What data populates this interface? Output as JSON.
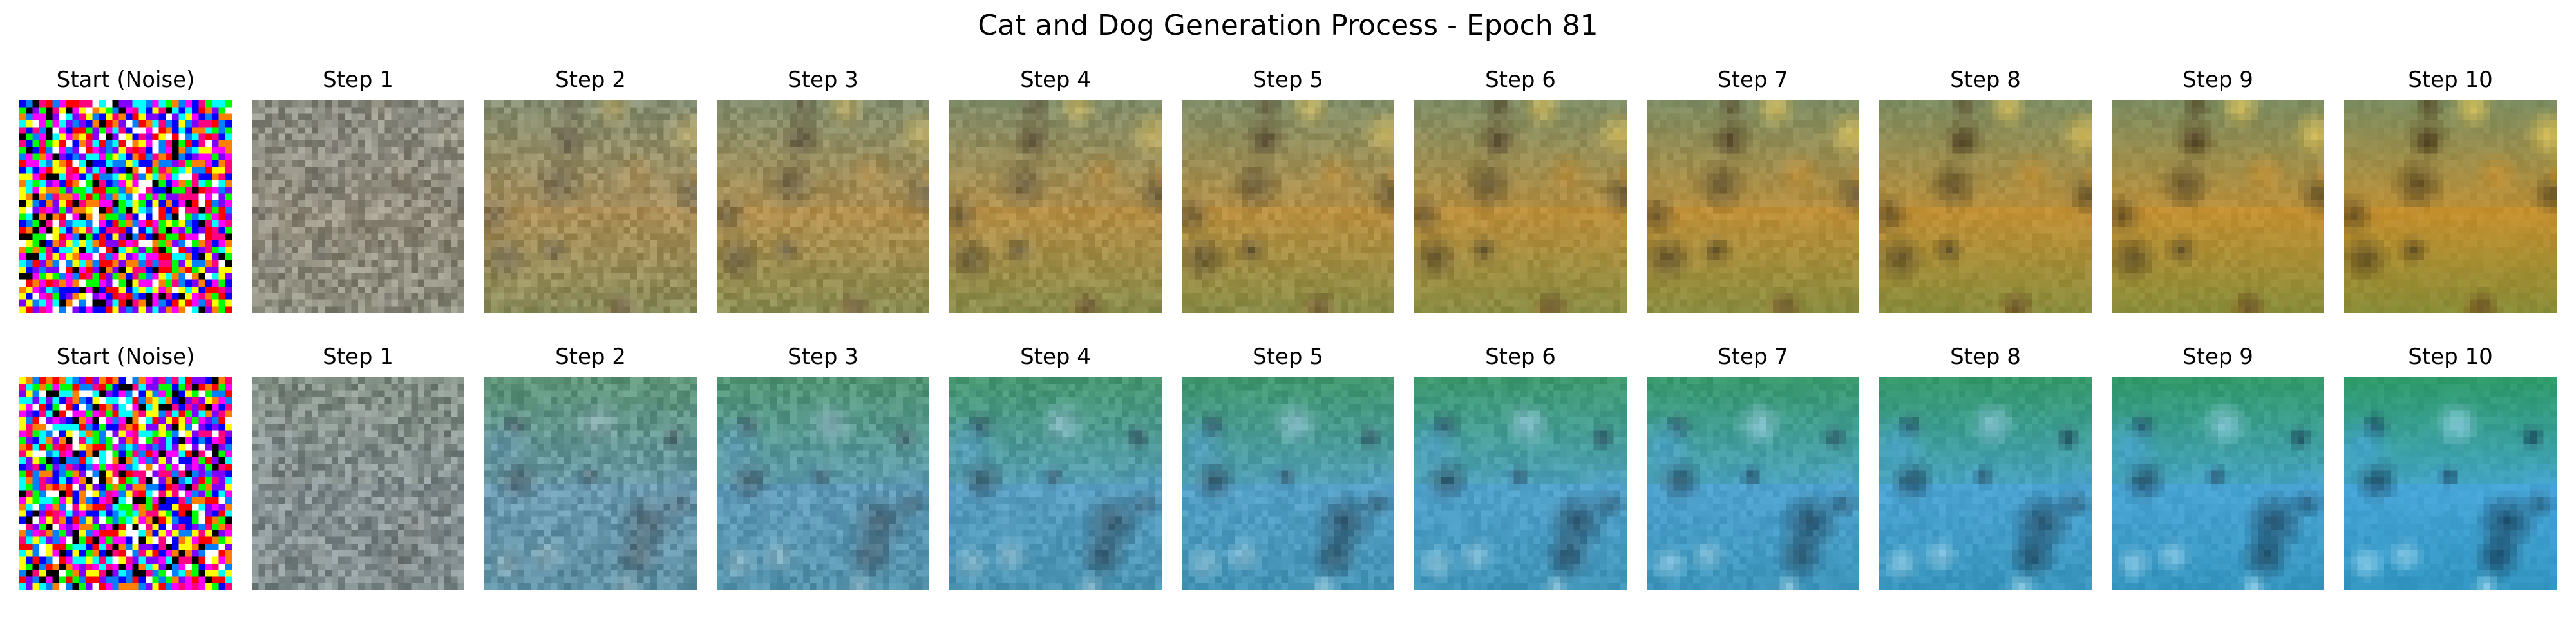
{
  "figure": {
    "title": "Cat and Dog Generation Process - Epoch 81"
  },
  "rows": [
    {
      "tint": "warm",
      "palette": {
        "sky": "#7d8c5e",
        "body": "#c8902e",
        "shadow": "#4a3b1c",
        "ground": "#6f8a3a",
        "highlight": "#f0cf58"
      },
      "panels": [
        {
          "title": "Start (Noise)",
          "kind": "noise",
          "level": 0
        },
        {
          "title": "Step 1",
          "kind": "gen",
          "level": 0.12
        },
        {
          "title": "Step 2",
          "kind": "gen",
          "level": 0.55
        },
        {
          "title": "Step 3",
          "kind": "gen",
          "level": 0.66
        },
        {
          "title": "Step 4",
          "kind": "gen",
          "level": 0.74
        },
        {
          "title": "Step 5",
          "kind": "gen",
          "level": 0.8
        },
        {
          "title": "Step 6",
          "kind": "gen",
          "level": 0.85
        },
        {
          "title": "Step 7",
          "kind": "gen",
          "level": 0.89
        },
        {
          "title": "Step 8",
          "kind": "gen",
          "level": 0.93
        },
        {
          "title": "Step 9",
          "kind": "gen",
          "level": 0.96
        },
        {
          "title": "Step 10",
          "kind": "gen",
          "level": 1.0
        }
      ]
    },
    {
      "tint": "cool",
      "palette": {
        "sky": "#2f9a6a",
        "body": "#47a6d8",
        "shadow": "#12324a",
        "ground": "#2a8fb8",
        "highlight": "#9fd8f0"
      },
      "panels": [
        {
          "title": "Start (Noise)",
          "kind": "noise",
          "level": 0
        },
        {
          "title": "Step 1",
          "kind": "gen",
          "level": 0.12
        },
        {
          "title": "Step 2",
          "kind": "gen",
          "level": 0.5
        },
        {
          "title": "Step 3",
          "kind": "gen",
          "level": 0.63
        },
        {
          "title": "Step 4",
          "kind": "gen",
          "level": 0.74
        },
        {
          "title": "Step 5",
          "kind": "gen",
          "level": 0.8
        },
        {
          "title": "Step 6",
          "kind": "gen",
          "level": 0.85
        },
        {
          "title": "Step 7",
          "kind": "gen",
          "level": 0.89
        },
        {
          "title": "Step 8",
          "kind": "gen",
          "level": 0.93
        },
        {
          "title": "Step 9",
          "kind": "gen",
          "level": 0.96
        },
        {
          "title": "Step 10",
          "kind": "gen",
          "level": 1.0
        }
      ]
    }
  ]
}
